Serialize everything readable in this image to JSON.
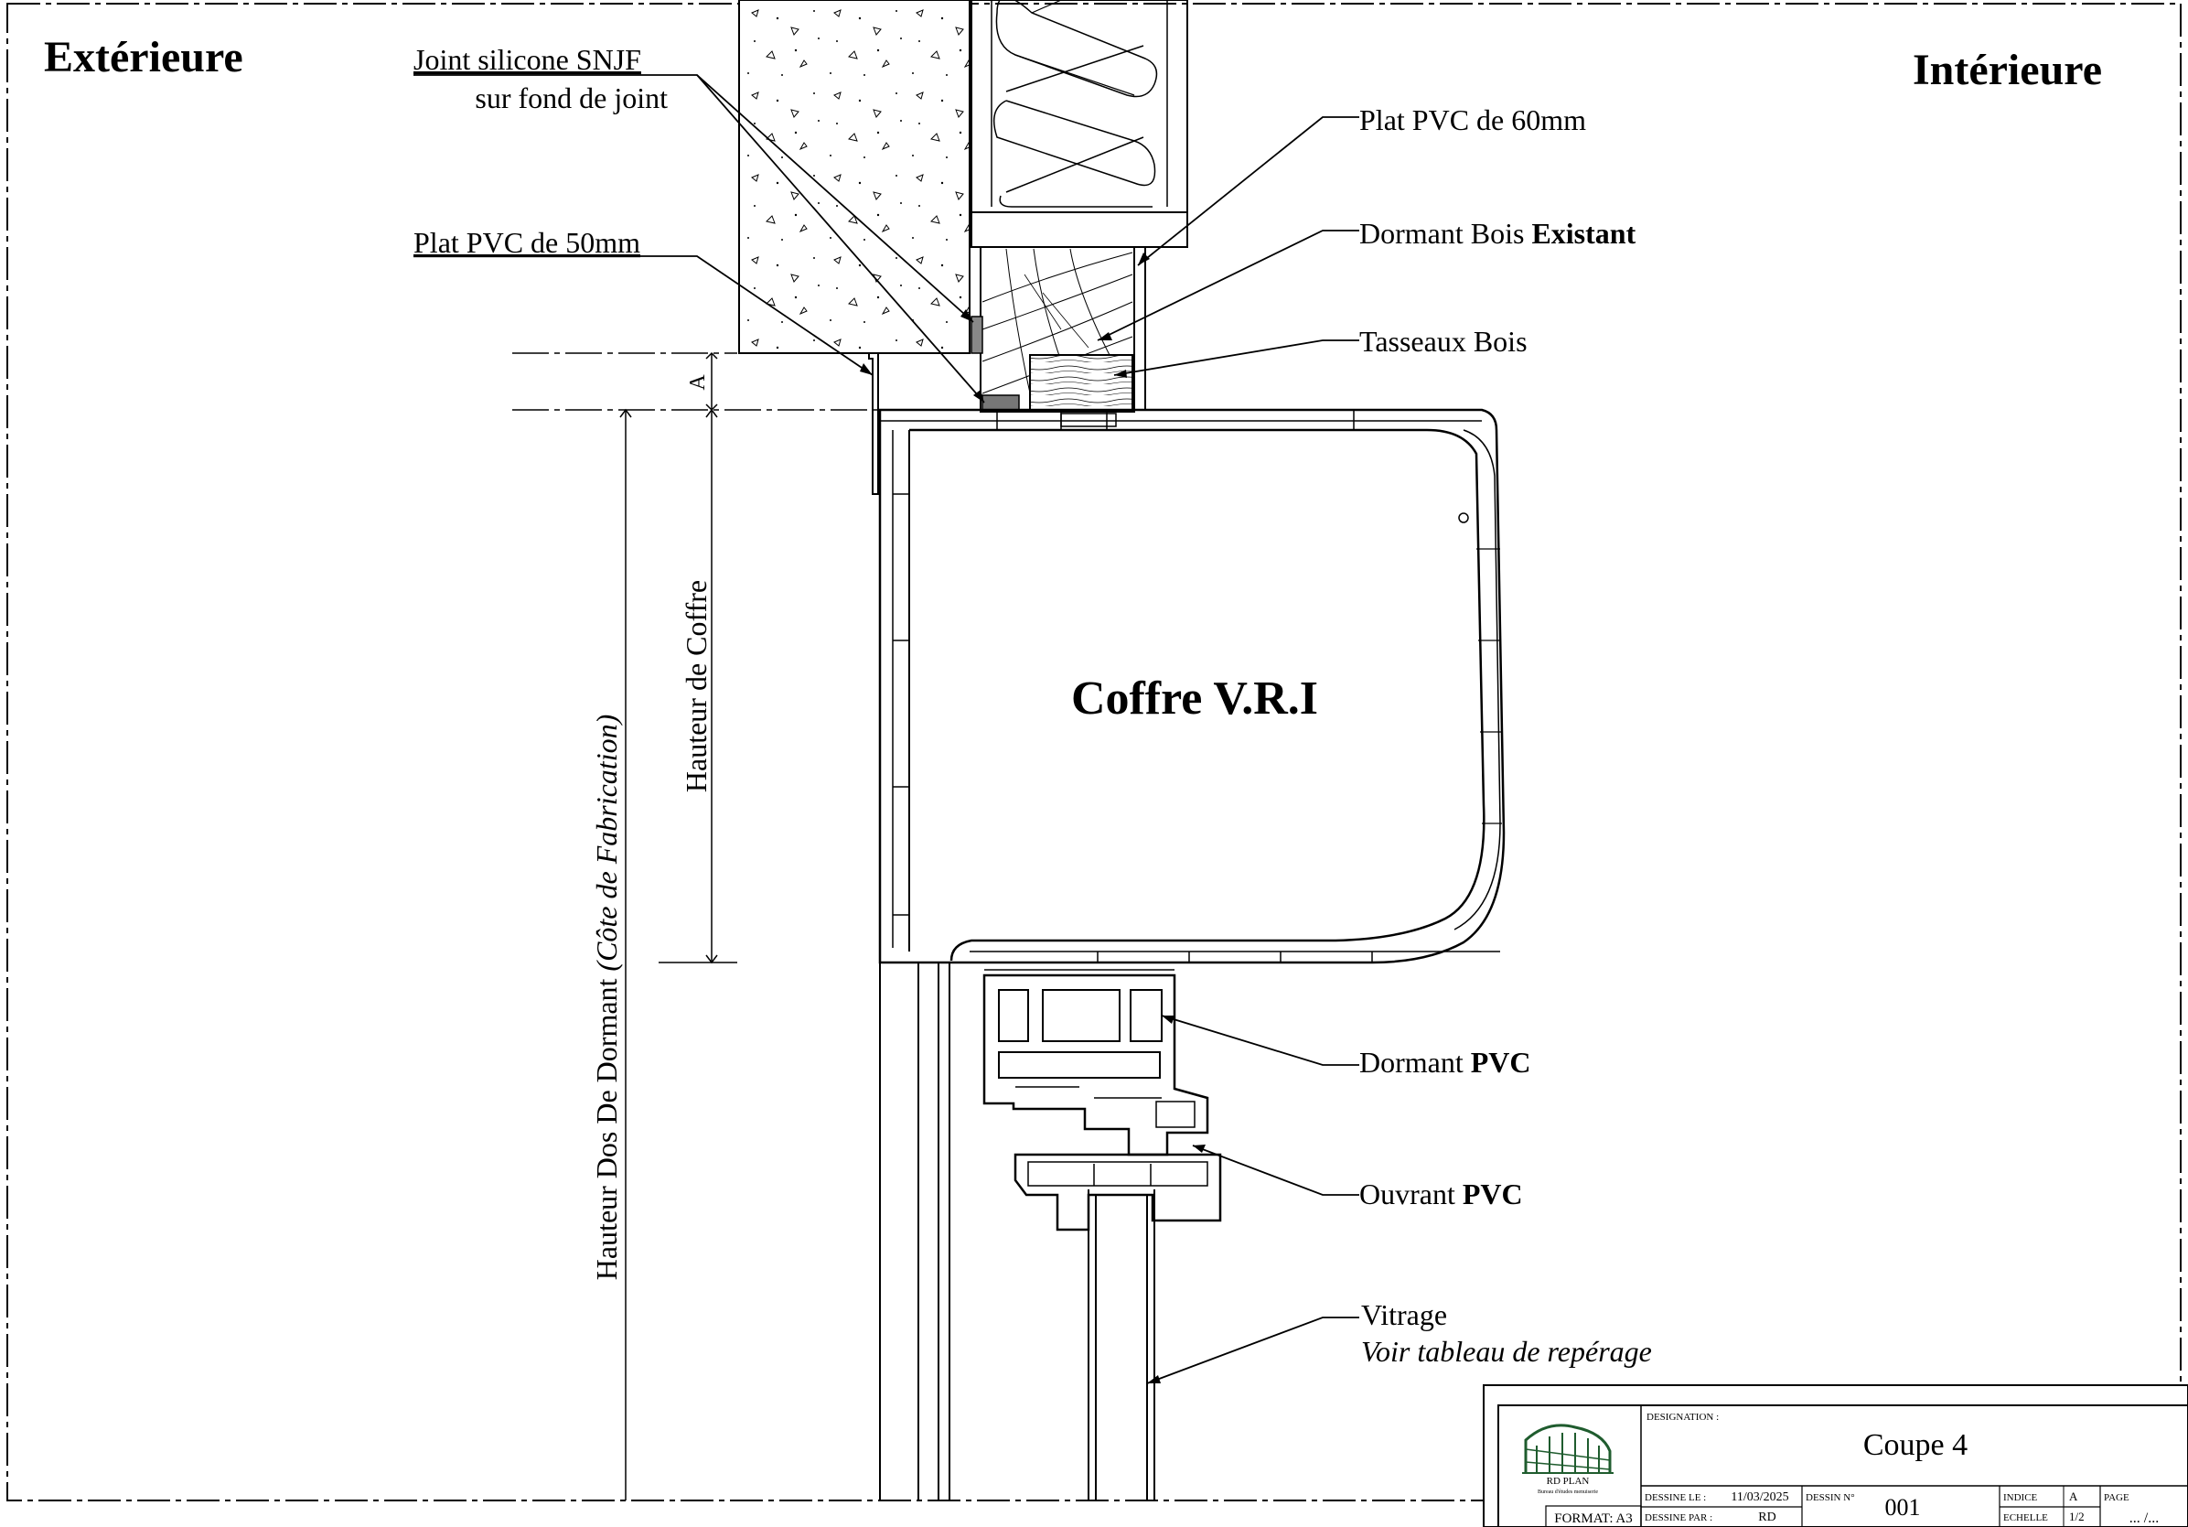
{
  "sides": {
    "exterior": "Extérieure",
    "interior": "Intérieure"
  },
  "callouts": {
    "joint_line1": "Joint silicone SNJF",
    "joint_line2": "sur fond de joint",
    "plat50": "Plat PVC de 50mm",
    "plat60": "Plat PVC de 60mm",
    "dormant_bois": "Dormant Bois ",
    "dormant_bois_bold": "Existant",
    "tasseaux": "Tasseaux Bois",
    "dormant_pvc": "Dormant ",
    "dormant_pvc_bold": "PVC",
    "ouvrant_pvc": "Ouvrant ",
    "ouvrant_pvc_bold": "PVC",
    "vitrage_line1": "Vitrage",
    "vitrage_line2": "Voir tableau de repérage"
  },
  "center_label": "Coffre V.R.I",
  "dimensions": {
    "a": "A",
    "hauteur_coffre": "Hauteur de Coffre",
    "hauteur_dormant": "Hauteur Dos De Dormant ",
    "hauteur_dormant_note": "(Côte de Fabrication)"
  },
  "title_block": {
    "company": "RD PLAN",
    "company_sub": "Bureau d'études menuiserie",
    "format": "FORMAT: A3",
    "designation_label": "DESIGNATION :",
    "designation_value": "Coupe 4",
    "dessine_le_label": "DESSINE LE :",
    "dessine_le_value": "11/03/2025",
    "dessine_par_label": "DESSINE PAR :",
    "dessine_par_value": "RD",
    "dessin_no_label": "DESSIN N°",
    "dessin_no_value": "001",
    "indice_label": "INDICE",
    "indice_value": "A",
    "echelle_label": "ECHELLE",
    "echelle_value": "1/2",
    "page_label": "PAGE",
    "page_value": "... /..."
  }
}
